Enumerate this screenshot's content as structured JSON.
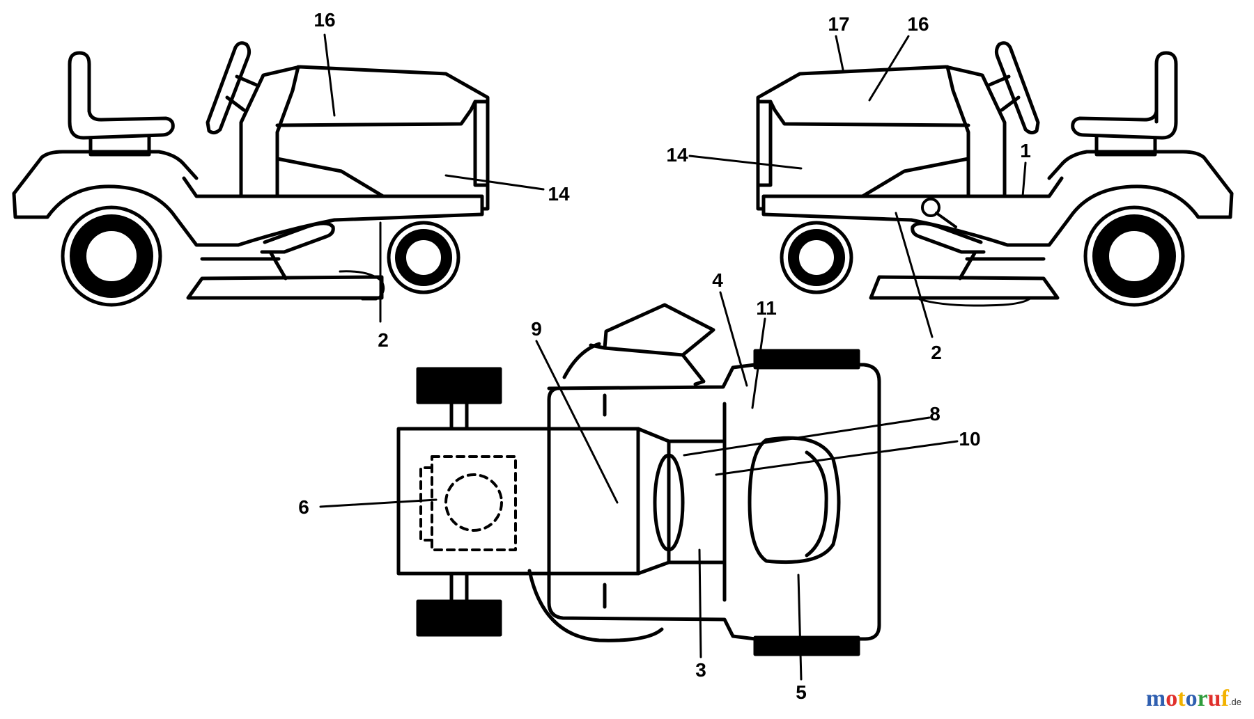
{
  "diagram": {
    "callouts": {
      "left_view": {
        "hood": "16",
        "side": "14",
        "frame": "2"
      },
      "right_view": {
        "hood_top": "17",
        "hood": "16",
        "side": "14",
        "fender": "1",
        "frame": "2"
      },
      "top_view": {
        "dash": "4",
        "seat_pan": "11",
        "hood": "9",
        "tower": "8",
        "seat": "10",
        "engine": "6",
        "footrest": "3",
        "rear": "5"
      }
    }
  },
  "brand": {
    "parts": [
      "m",
      "o",
      "t",
      "o",
      "r",
      "u",
      "f"
    ],
    "tld": ".de",
    "colors": [
      "#2f5fb0",
      "#e0302c",
      "#f2b200",
      "#2f5fb0",
      "#2e9c3c",
      "#e0302c",
      "#f2b200"
    ]
  }
}
